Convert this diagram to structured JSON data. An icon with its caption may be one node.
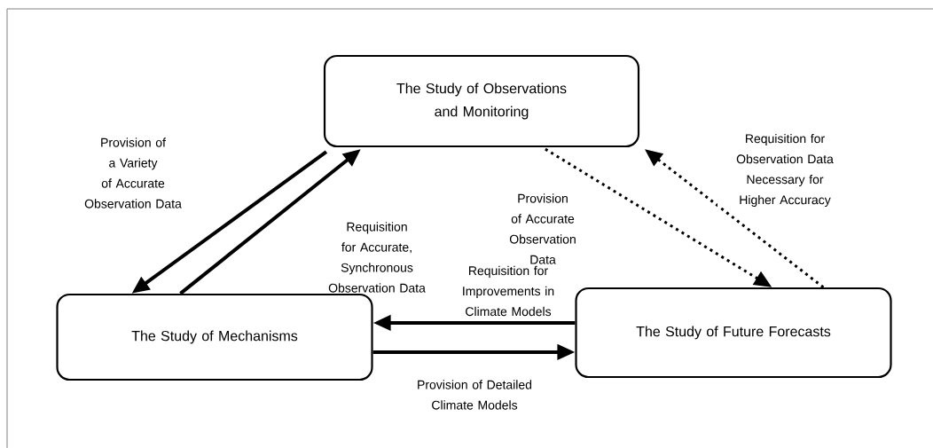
{
  "diagram": {
    "nodes": [
      {
        "text": [
          "The Study of Observations and Monitoring"
        ]
      },
      {
        "text": [
          "The Study of Mechanisms"
        ]
      },
      {
        "text": [
          "The Study of Future Forecasts"
        ]
      }
    ],
    "edges": [
      {
        "from": 0,
        "to": 1,
        "arrow": "to",
        "label": "Provision of a Variety of Accurate Observation Data"
      },
      {
        "from": 1,
        "to": 0,
        "arrow": "to",
        "label": "Requisition for Accurate, Synchronous Observation Data"
      },
      {
        "from": 0,
        "to": 2,
        "arrow": "to",
        "style": "dashed",
        "label": "Provision of Accurate Observation Data"
      },
      {
        "from": 2,
        "to": 0,
        "arrow": "to",
        "style": "dashed",
        "label": "Requisition for Observation Data Necessary for Higher Accuracy"
      },
      {
        "from": 2,
        "to": 1,
        "arrow": "to",
        "label": "Requisition for Improvements in Climate Models"
      },
      {
        "from": 1,
        "to": 2,
        "arrow": "to",
        "label": "Provision of Detailed Climate Models"
      }
    ]
  }
}
